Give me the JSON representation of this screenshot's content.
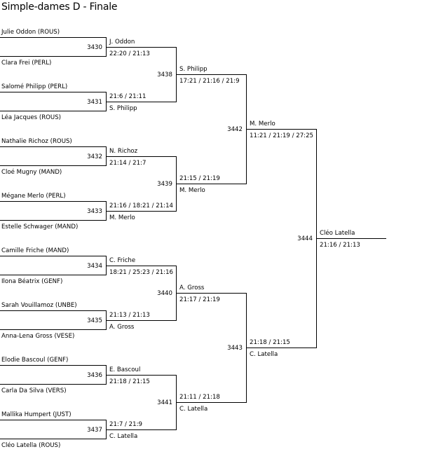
{
  "title": "Simple-dames D - Finale",
  "round1": [
    {
      "id": "3430",
      "top": "Julie Oddon (ROUS)",
      "bottom": "Clara Frei (PERL)",
      "winner": "J. Oddon",
      "score": "22:20 / 21:13"
    },
    {
      "id": "3431",
      "top": "Salomé Philipp (PERL)",
      "bottom": "Léa Jacques (ROUS)",
      "winner": "S. Philipp",
      "score": "21:6 / 21:11"
    },
    {
      "id": "3432",
      "top": "Nathalie Richoz (ROUS)",
      "bottom": "Cloé Mugny (MAND)",
      "winner": "N. Richoz",
      "score": "21:14 / 21:7"
    },
    {
      "id": "3433",
      "top": "Mégane Merlo (PERL)",
      "bottom": "Estelle Schwager (MAND)",
      "winner": "M. Merlo",
      "score": "21:16 / 18:21 / 21:14"
    },
    {
      "id": "3434",
      "top": "Camille Friche (MAND)",
      "bottom": "Ilona Béatrix (GENF)",
      "winner": "C. Friche",
      "score": "18:21 / 25:23 / 21:16"
    },
    {
      "id": "3435",
      "top": "Sarah Vouillamoz (UNBE)",
      "bottom": "Anna-Lena Gross (VESE)",
      "winner": "A. Gross",
      "score": "21:13 / 21:13"
    },
    {
      "id": "3436",
      "top": "Elodie Bascoul (GENF)",
      "bottom": "Carla Da Silva (VERS)",
      "winner": "E. Bascoul",
      "score": "21:18 / 21:15"
    },
    {
      "id": "3437",
      "top": "Mallika Humpert (JUST)",
      "bottom": "Cléo Latella (ROUS)",
      "winner": "C. Latella",
      "score": "21:7 / 21:9"
    }
  ],
  "round2": [
    {
      "id": "3438",
      "winner": "S. Philipp",
      "score": "17:21 / 21:16 / 21:9"
    },
    {
      "id": "3439",
      "winner": "M. Merlo",
      "score": "21:15 / 21:19"
    },
    {
      "id": "3440",
      "winner": "A. Gross",
      "score": "21:17 / 21:19"
    },
    {
      "id": "3441",
      "winner": "C. Latella",
      "score": "21:11 / 21:18"
    }
  ],
  "round3": [
    {
      "id": "3442",
      "winner": "M. Merlo",
      "score": "11:21 / 21:19 / 27:25"
    },
    {
      "id": "3443",
      "winner": "C. Latella",
      "score": "21:18 / 21:15"
    }
  ],
  "final": {
    "id": "3444",
    "winner": "Cléo Latella",
    "score": "21:16 / 21:13"
  }
}
